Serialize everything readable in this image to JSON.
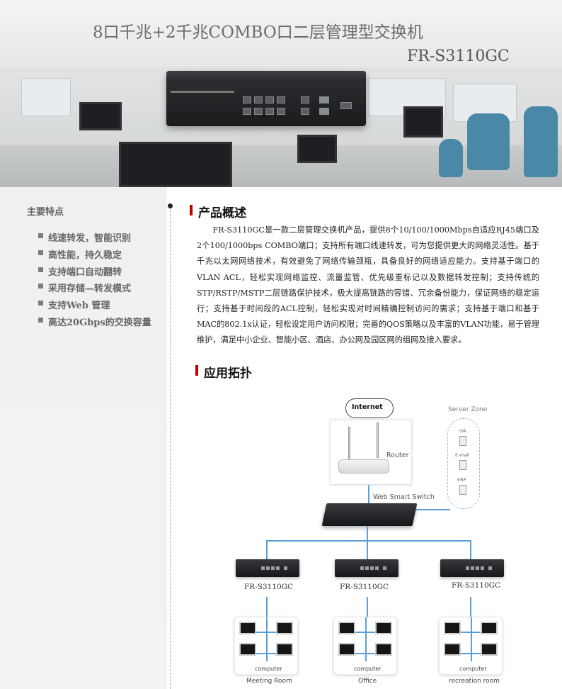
{
  "hero": {
    "title": "8口千兆+2千兆COMBO口二层管理型交换机",
    "model": "FR-S3110GC"
  },
  "features": {
    "title": "主要特点",
    "items": [
      "线速转发，智能识别",
      "高性能，持久稳定",
      "支持端口自动翻转",
      "采用存储—转发模式",
      "支持Web 管理",
      "高达20Gbps的交换容量"
    ]
  },
  "overview": {
    "title": "产品概述",
    "text": "FR-S3110GC是一款二层管理交换机产品，提供8个10/100/1000Mbps自适应RJ45端口及2个100/1000bps COMBO端口；支持所有端口线速转发，可为您提供更大的网络灵活性。基于千兆以太网网络技术，有效避免了网络传输颈瓶，具备良好的网络适应能力。支持基于端口的VLAN ACL，轻松实现网络监控、流量监管、优先级重标记以及数据转发控制；支持传统的STP/RSTP/MSTP二层链路保护技术，极大提高链路的容错、冗余备份能力，保证网络的稳定运行；支持基于时间段的ACL控制，轻松实现对时间精确控制访问的需求；支持基于端口和基于MAC的802.1x认证，轻松设定用户访问权限；完善的QOS策略以及丰富的VLAN功能，易于管理维护，满足中小企业、智能小区、酒店、办公网及园区网的组网及接入要求。"
  },
  "application": {
    "title": "应用拓扑",
    "internet": "Internet",
    "router": "Router",
    "server_zone": "Server Zone",
    "servers": [
      "OA",
      "E-mail",
      "ERP"
    ],
    "core_switch": "Web Smart Switch",
    "access_switches": [
      "FR-S3110GC",
      "FR-S3110GC",
      "FR-S3110GC"
    ],
    "rooms": [
      {
        "pc": "computer",
        "name": "Meeting Room"
      },
      {
        "pc": "computer",
        "name": "Office"
      },
      {
        "pc": "computer",
        "name": "recreation room"
      }
    ]
  }
}
